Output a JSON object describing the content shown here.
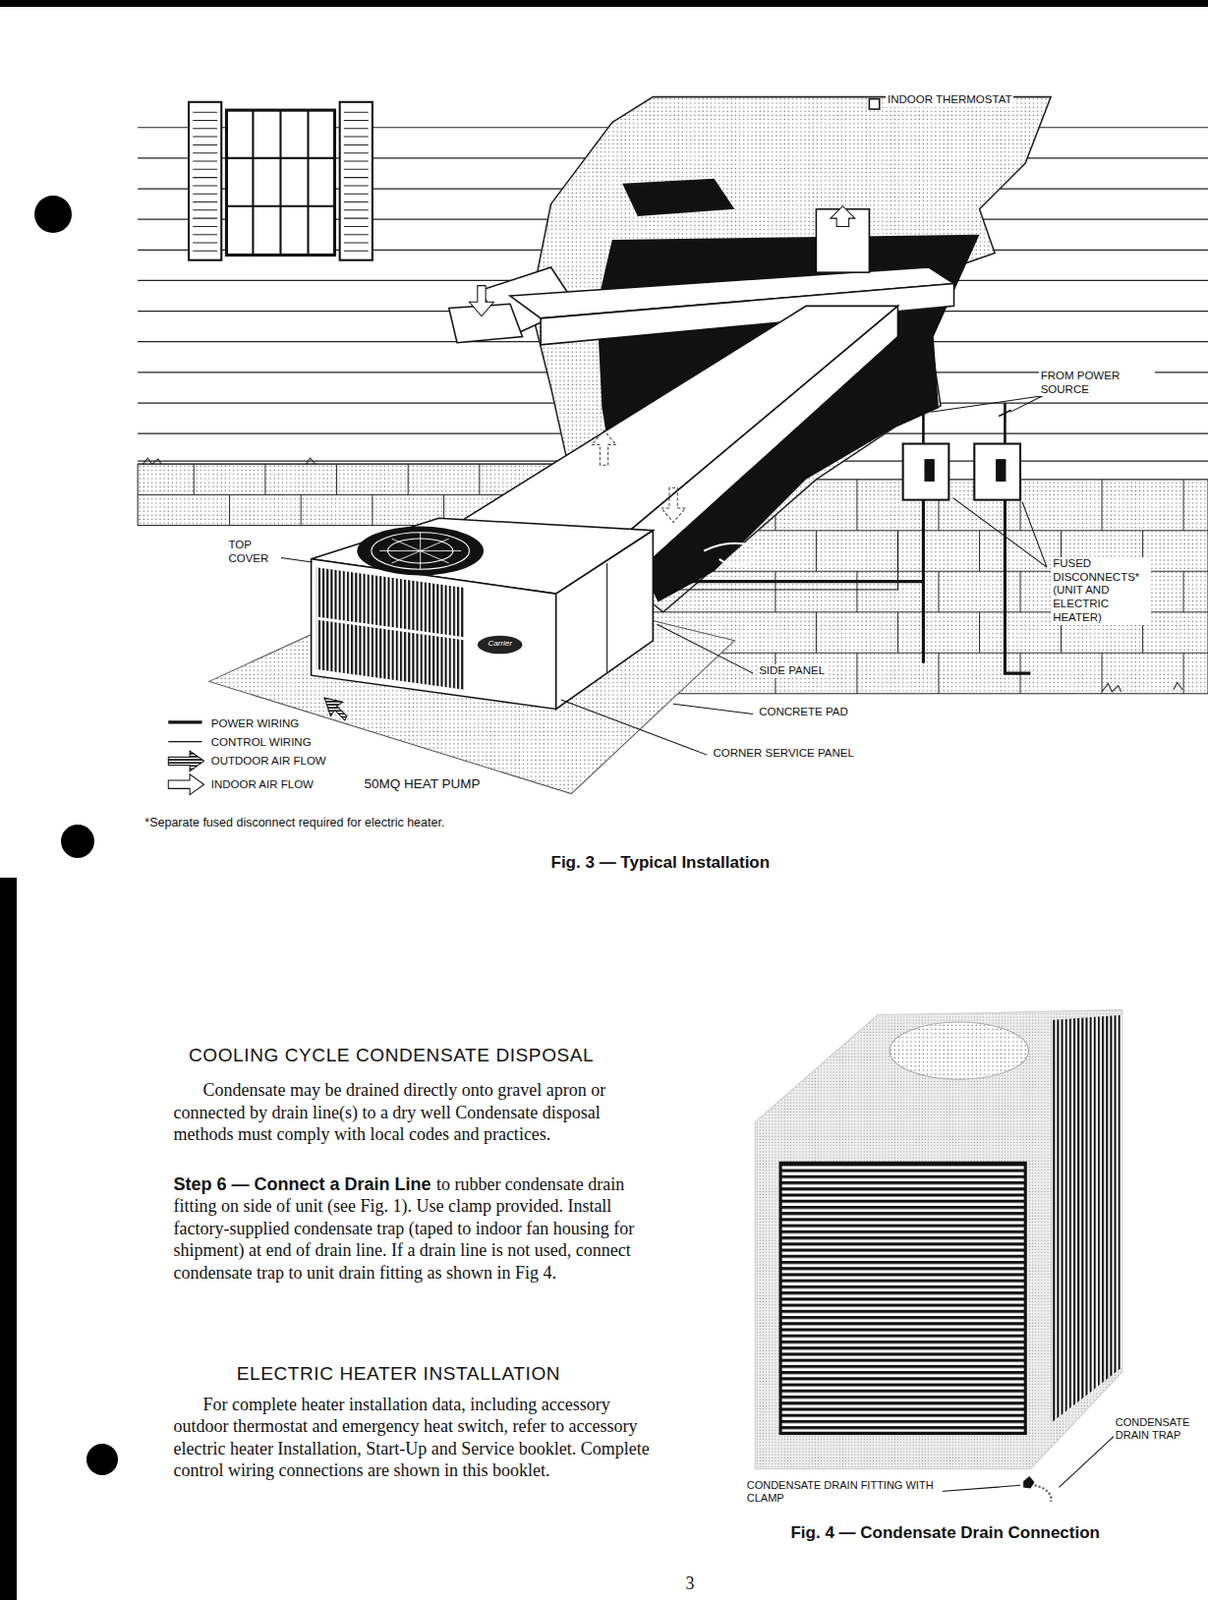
{
  "diagram": {
    "labels": [
      "INDOOR THERMOSTAT",
      "FROM POWER SOURCE",
      "FUSED DISCONNECTS* (UNIT AND ELECTRIC HEATER)",
      "TOP COVER",
      "Carrier",
      "SIDE PANEL",
      "CONCRETE PAD",
      "CORNER SERVICE PANEL",
      "50MQ HEAT PUMP",
      "*Separate fused disconnect required for electric heater.",
      "Fig. 3 — Typical Installation",
      "COOLING CYCLE CONDENSATE DISPOSAL",
      "Condensate may be drained directly onto gravel apron or connected by drain line(s) to a dry well Condensate disposal methods must comply with local codes and practices.",
      "Step 6 — Connect a Drain Line",
      "to rubber condensate drain fitting on side of unit (see Fig. 1). Use clamp provided. Install factory-supplied condensate trap (taped to indoor fan housing for shipment) at end of drain line. If a drain line is not used, connect condensate trap to unit drain fitting as shown in Fig 4.",
      "ELECTRIC HEATER INSTALLATION",
      "For complete heater installation data, including accessory outdoor thermostat and emergency heat switch, refer to accessory electric heater Installation, Start-Up and Service booklet. Complete control wiring connections are shown in this booklet.",
      "CONDENSATE DRAIN TRAP",
      "CONDENSATE DRAIN FITTING WITH CLAMP",
      "Fig. 4 — Condensate Drain Connection",
      "3"
    ],
    "legend": [
      {
        "text": "POWER WIRING"
      },
      {
        "text": "CONTROL WIRING"
      },
      {
        "text": "OUTDOOR AIR FLOW"
      },
      {
        "text": "INDOOR AIR FLOW"
      }
    ]
  }
}
